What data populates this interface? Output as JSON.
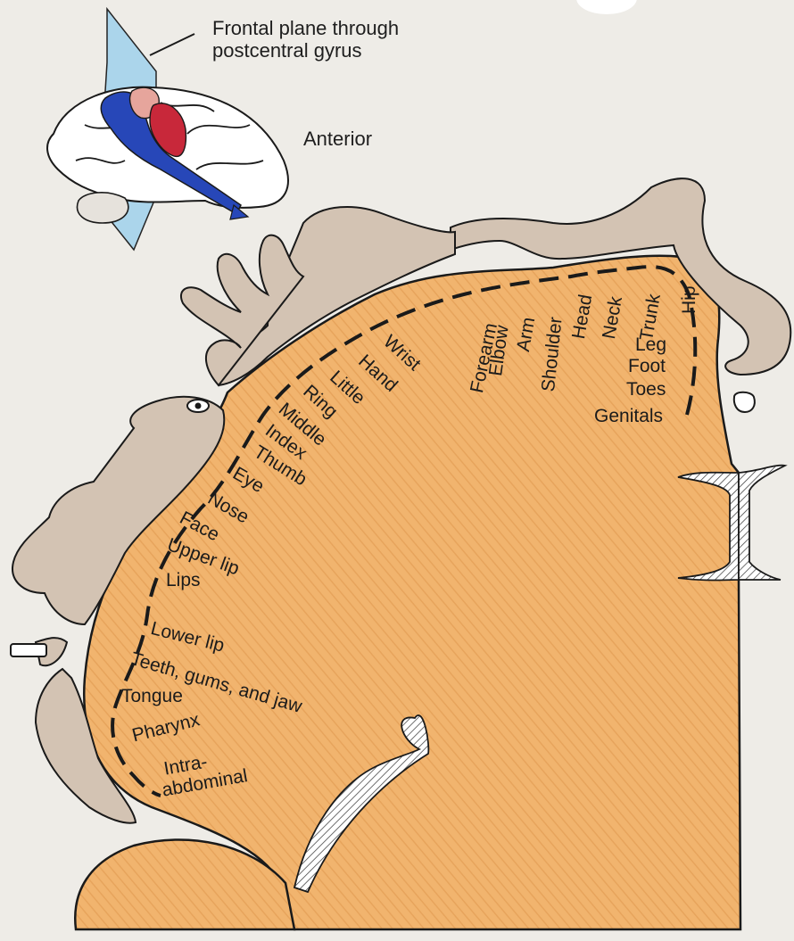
{
  "inset": {
    "plane_label_line1": "Frontal plane through",
    "plane_label_line2": "postcentral gyrus",
    "direction_label": "Anterior"
  },
  "body_parts": {
    "hip": "Hip",
    "trunk": "Trunk",
    "neck": "Neck",
    "head": "Head",
    "shoulder": "Shoulder",
    "arm": "Arm",
    "elbow": "Elbow",
    "forearm": "Forearm",
    "wrist": "Wrist",
    "hand": "Hand",
    "little": "Little",
    "ring": "Ring",
    "middle": "Middle",
    "index": "Index",
    "thumb": "Thumb",
    "eye": "Eye",
    "nose": "Nose",
    "face": "Face",
    "upper_lip": "Upper lip",
    "lips": "Lips",
    "lower_lip": "Lower lip",
    "teeth": "Teeth, gums, and jaw",
    "tongue": "Tongue",
    "pharynx": "Pharynx",
    "intra_1": "Intra-",
    "intra_2": "abdominal",
    "leg": "Leg",
    "foot": "Foot",
    "toes": "Toes",
    "genitals": "Genitals"
  }
}
